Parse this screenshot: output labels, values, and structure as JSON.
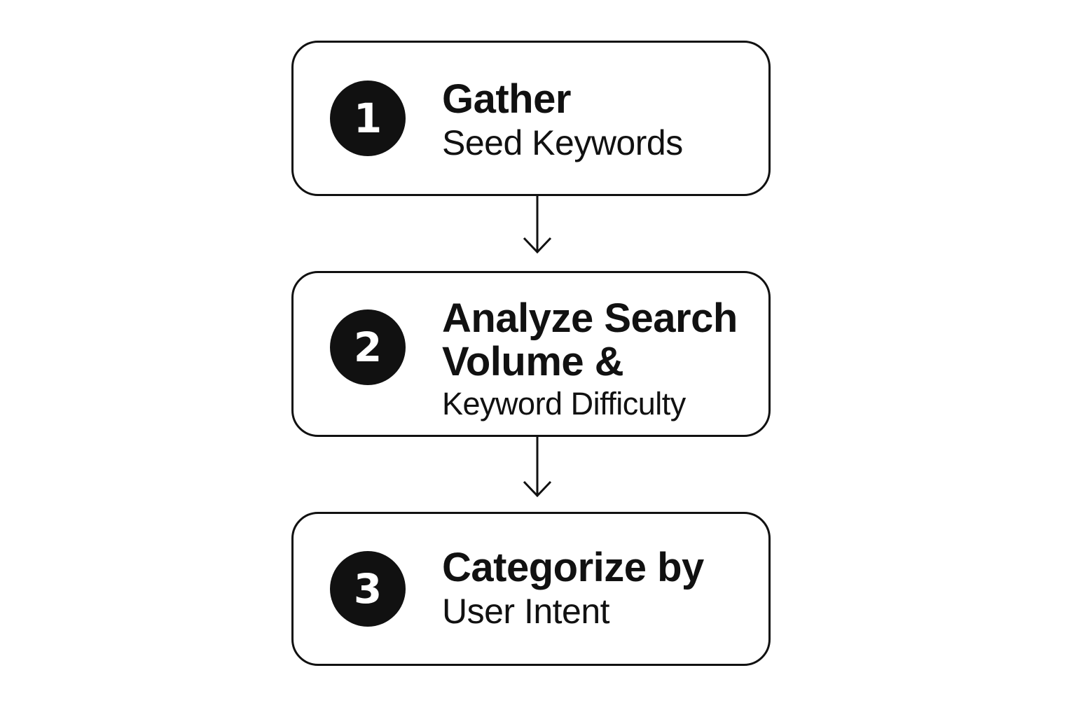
{
  "steps": [
    {
      "number": "1",
      "lines": [
        {
          "text": "Gather",
          "weight": "bold"
        },
        {
          "text": "Seed Keywords",
          "weight": "regular"
        }
      ]
    },
    {
      "number": "2",
      "lines": [
        {
          "text": "Analyze Search",
          "weight": "bold"
        },
        {
          "text": "Volume &",
          "weight": "bold"
        },
        {
          "text": "Keyword Difficulty",
          "weight": "regular"
        }
      ]
    },
    {
      "number": "3",
      "lines": [
        {
          "text": "Categorize by",
          "weight": "bold"
        },
        {
          "text": "User Intent",
          "weight": "regular"
        }
      ]
    }
  ],
  "colors": {
    "stroke": "#111111",
    "badge_fill": "#111111",
    "badge_text": "#ffffff",
    "background": "#ffffff"
  },
  "connectors": [
    {
      "from": "1",
      "to": "2",
      "icon": "arrow-down-icon"
    },
    {
      "from": "2",
      "to": "3",
      "icon": "arrow-down-icon"
    }
  ]
}
